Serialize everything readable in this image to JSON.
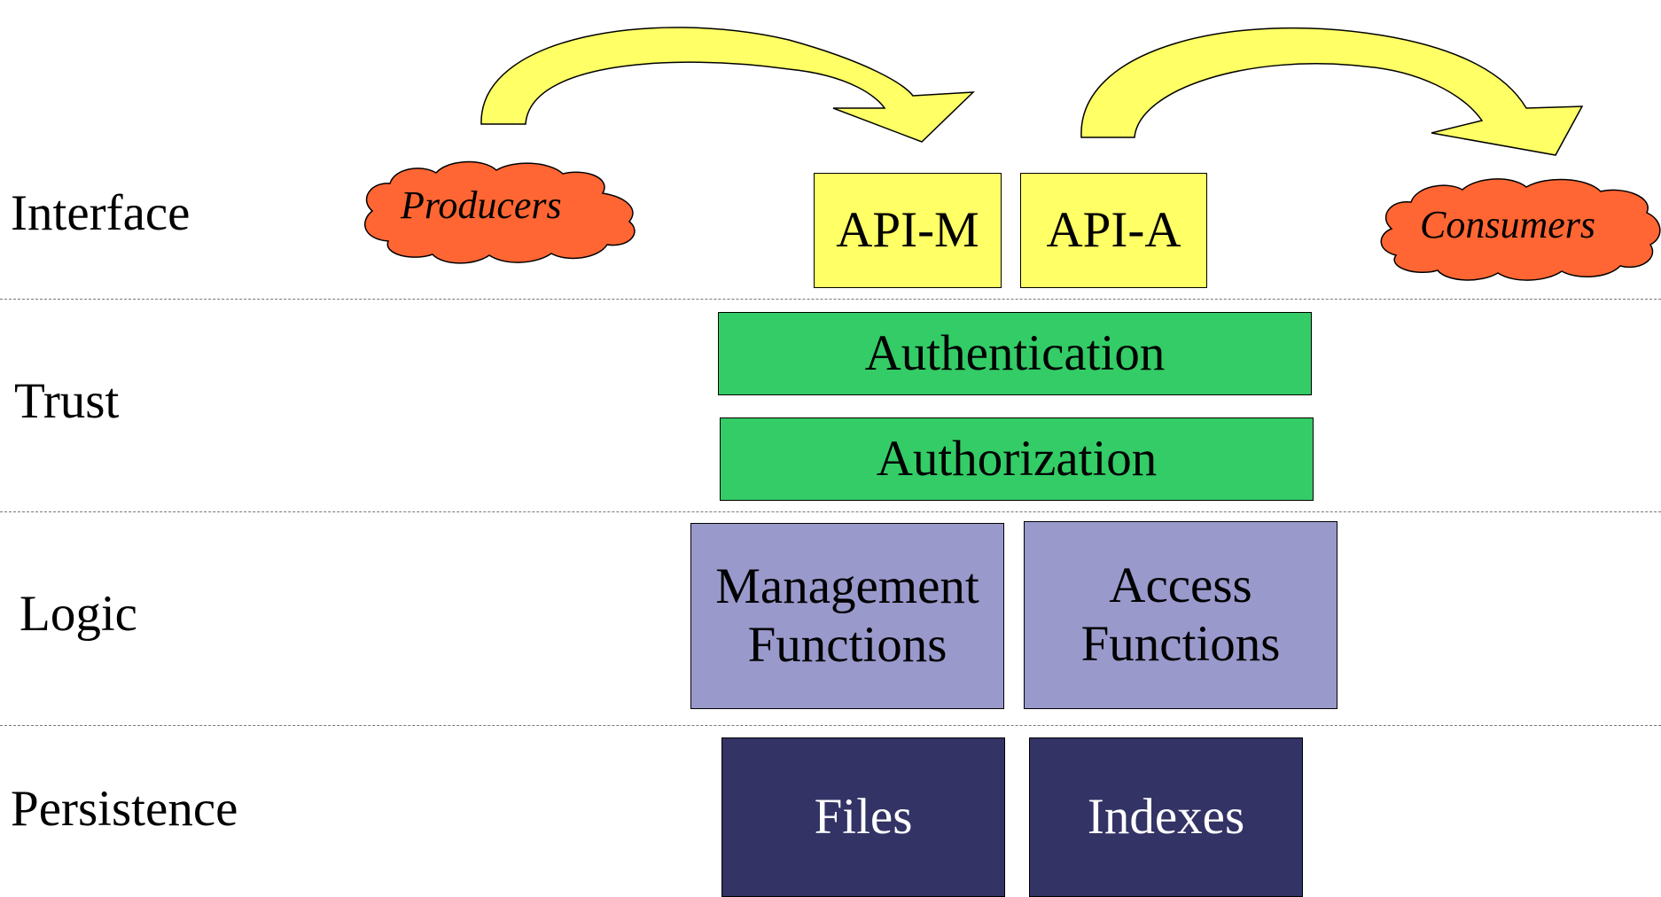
{
  "layers": {
    "interface": "Interface",
    "trust": "Trust",
    "logic": "Logic",
    "persistence": "Persistence"
  },
  "actors": {
    "producers": "Producers",
    "consumers": "Consumers"
  },
  "interface_boxes": {
    "api_m": "API-M",
    "api_a": "API-A"
  },
  "trust_boxes": {
    "authentication": "Authentication",
    "authorization": "Authorization"
  },
  "logic_boxes": {
    "management": [
      "Management",
      "Functions"
    ],
    "access": [
      "Access",
      "Functions"
    ]
  },
  "persistence_boxes": {
    "files": "Files",
    "indexes": "Indexes"
  },
  "colors": {
    "arrow_fill": "#ffff66",
    "cloud_fill": "#ff6633",
    "interface_box": "#ffff66",
    "trust_box": "#33cc66",
    "logic_box": "#9999cc",
    "persistence_box": "#333366"
  }
}
